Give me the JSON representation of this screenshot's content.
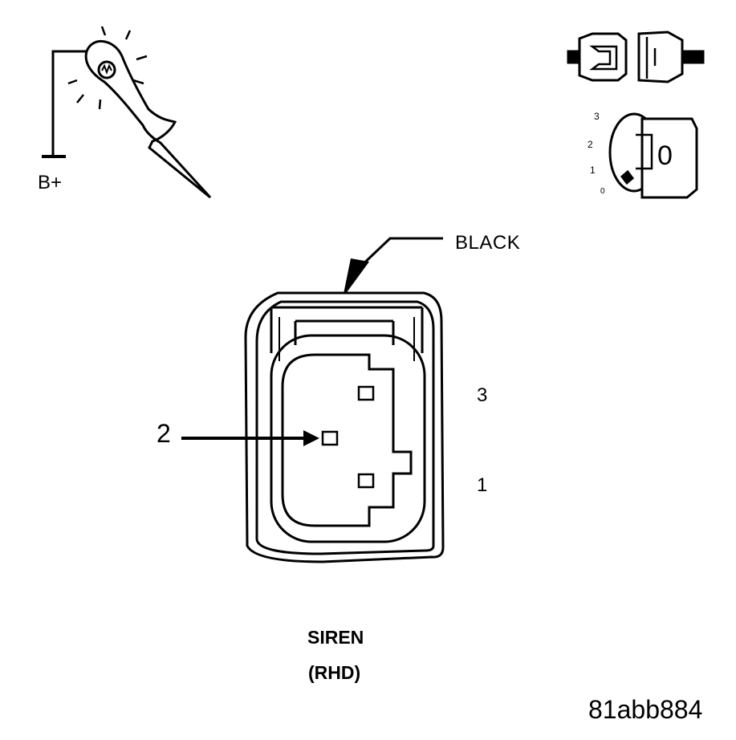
{
  "test_light": {
    "supply_label": "B+"
  },
  "connector": {
    "color_label": "BLACK",
    "pins": [
      {
        "number": "3"
      },
      {
        "number": "2"
      },
      {
        "number": "1"
      }
    ]
  },
  "ignition_key": {
    "positions": [
      "3",
      "2",
      "1",
      "0"
    ],
    "key_position": "0"
  },
  "caption": {
    "title": "SIREN",
    "subtitle": "(RHD)"
  },
  "figure_id": "81abb884"
}
